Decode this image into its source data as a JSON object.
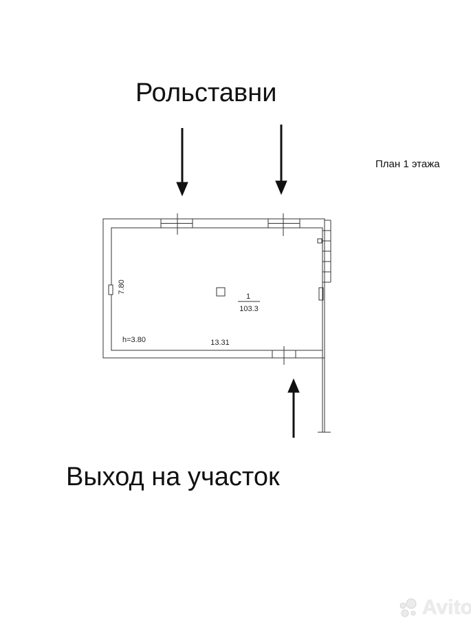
{
  "labels": {
    "shutters": "Рольставни",
    "exit": "Выход на участок",
    "plan_title": "План 1 этажа"
  },
  "room": {
    "number": "1",
    "area": "103.3",
    "height": "h=3.80",
    "length": "13.31",
    "width": "7.80"
  },
  "watermark": {
    "text": "Avito",
    "icon": "avito-logo-icon"
  },
  "colors": {
    "line": "#333333",
    "watermark": "#e8e8e8"
  }
}
